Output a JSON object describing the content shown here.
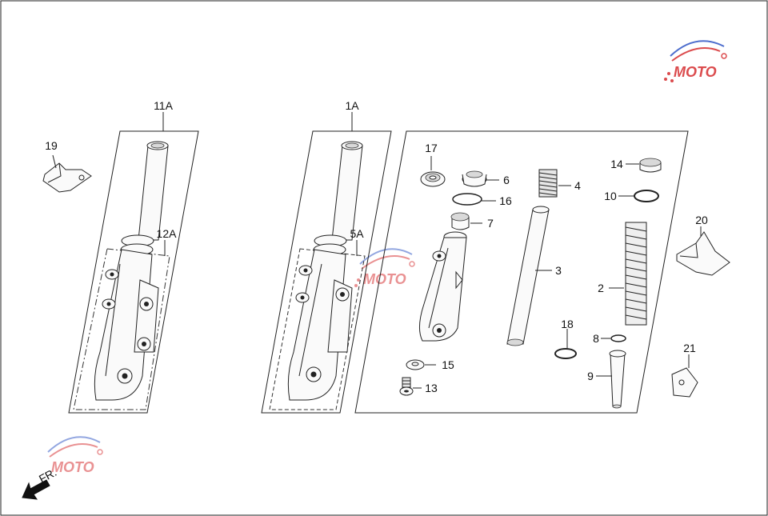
{
  "diagram": {
    "direction_label": "FR.",
    "watermark_text": "MOTO",
    "accent_colors": {
      "watermark_red": "#d8383a",
      "watermark_blue": "#3a5ec8",
      "line": "#222222"
    },
    "callouts": {
      "assembly_left": "11A",
      "assembly_mid": "1A",
      "sub_left": "12A",
      "sub_mid": "5A",
      "p19": "19",
      "p17": "17",
      "p6": "6",
      "p16": "16",
      "p4": "4",
      "p14": "14",
      "p10": "10",
      "p20": "20",
      "p7": "7",
      "p3": "3",
      "p2": "2",
      "p18": "18",
      "p8": "8",
      "p21": "21",
      "p15": "15",
      "p13": "13",
      "p9": "9"
    }
  }
}
